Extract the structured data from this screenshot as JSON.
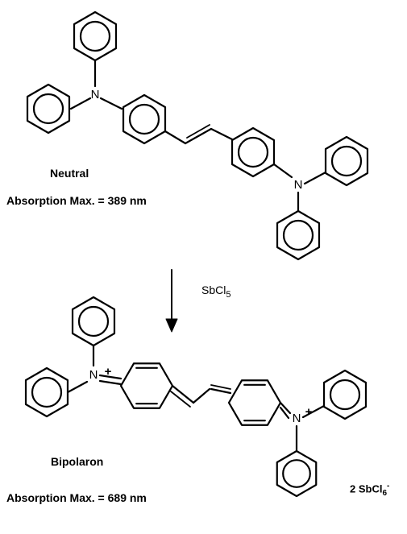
{
  "neutral": {
    "label": "Neutral",
    "absorption": "Absorption Max. = 389 nm"
  },
  "reagent": {
    "name": "SbCl",
    "subscript": "5"
  },
  "bipolaron": {
    "label": "Bipolaron",
    "absorption": "Absorption Max. = 689 nm"
  },
  "counterion": {
    "prefix": "2 SbCl",
    "subscript": "6",
    "charge": "-"
  },
  "atoms": {
    "nitrogen": "N",
    "charge_plus": "+"
  }
}
